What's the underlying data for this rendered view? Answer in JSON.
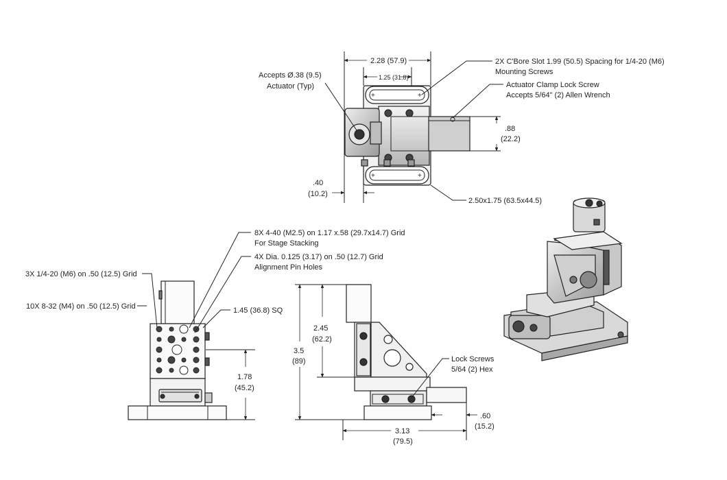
{
  "top_view": {
    "width_dim": "2.28 (57.9)",
    "slot_dim": "1.25 (31.8)",
    "actuator_1": "Accepts Ø.38 (9.5)",
    "actuator_2": "Actuator (Typ)",
    "cbore_1": "2X C'Bore Slot 1.99 (50.5) Spacing for 1/4-20 (M6)",
    "cbore_2": "Mounting Screws",
    "clamp_1": "Actuator Clamp Lock Screw",
    "clamp_2": "Accepts 5/64\" (2) Allen Wrench",
    "height_dim_in": ".88",
    "height_dim_mm": "(22.2)",
    "offset_dim_in": ".40",
    "offset_dim_mm": "(10.2)",
    "base_dim": "2.50x1.75 (63.5x44.5)"
  },
  "front_view": {
    "stacking_1": "8X 4-40 (M2.5) on 1.17 x.58 (29.7x14.7) Grid",
    "stacking_2": "For Stage Stacking",
    "pin_1": "4X Dia. 0.125 (3.17) on .50 (12.7) Grid",
    "pin_2": "Alignment Pin Holes",
    "holes_quarter": "3X 1/4-20 (M6) on .50 (12.5) Grid",
    "holes_832": "10X 8-32 (M4) on .50 (12.5) Grid",
    "square_dim": "1.45 (36.8) SQ",
    "height_in": "1.78",
    "height_mm": "(45.2)"
  },
  "side_view": {
    "total_height_in": "3.5",
    "total_height_mm": "(89)",
    "upper_height_in": "2.45",
    "upper_height_mm": "(62.2)",
    "lock_1": "Lock Screws",
    "lock_2": "5/64 (2) Hex",
    "depth_in": "3.13",
    "depth_mm": "(79.5)",
    "travel_in": ".60",
    "travel_mm": "(15.2)"
  }
}
